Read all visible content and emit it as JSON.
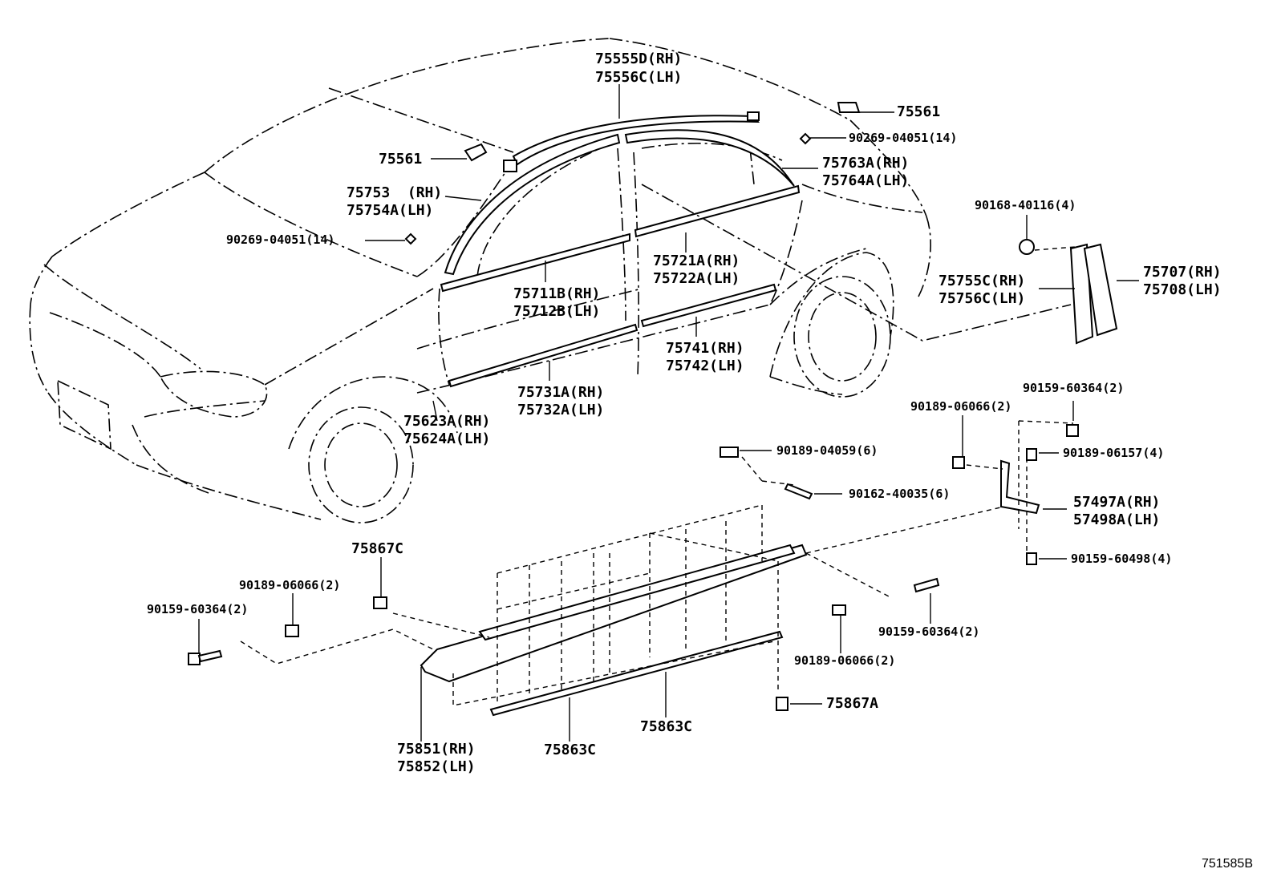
{
  "diagram_code": "751585B",
  "labels": {
    "p75555d": "75555D(RH)",
    "p75556c": "75556C(LH)",
    "p75561_right": "75561",
    "p90269_right": "90269-04051(14)",
    "p75763a": "75763A(RH)",
    "p75764a": "75764A(LH)",
    "p75561_left": "75561",
    "p75753": "75753  (RH)",
    "p75754a": "75754A(LH)",
    "p90269_left": "90269-04051(14)",
    "p75721a": "75721A(RH)",
    "p75722a": "75722A(LH)",
    "p75711b": "75711B(RH)",
    "p75712b": "75712B(LH)",
    "p75741": "75741(RH)",
    "p75742": "75742(LH)",
    "p75731a": "75731A(RH)",
    "p75732a": "75732A(LH)",
    "p75623a": "75623A(RH)",
    "p75624a": "75624A(LH)",
    "p90168": "90168-40116(4)",
    "p75707": "75707(RH)",
    "p75708": "75708(LH)",
    "p75755c": "75755C(RH)",
    "p75756c": "75756C(LH)",
    "p90159_60364_top": "90159-60364(2)",
    "p90189_06066_top": "90189-06066(2)",
    "p90189_06157": "90189-06157(4)",
    "p57497a": "57497A(RH)",
    "p57498a": "57498A(LH)",
    "p90159_60498": "90159-60498(4)",
    "p90189_04059": "90189-04059(6)",
    "p90162_40035": "90162-40035(6)",
    "p75867c": "75867C",
    "p90189_06066_left": "90189-06066(2)",
    "p90159_60364_left": "90159-60364(2)",
    "p90159_60364_mid": "90159-60364(2)",
    "p90189_06066_mid": "90189-06066(2)",
    "p75867a": "75867A",
    "p75863c_right": "75863C",
    "p75863c_left": "75863C",
    "p75851": "75851(RH)",
    "p75852": "75852(LH)"
  }
}
